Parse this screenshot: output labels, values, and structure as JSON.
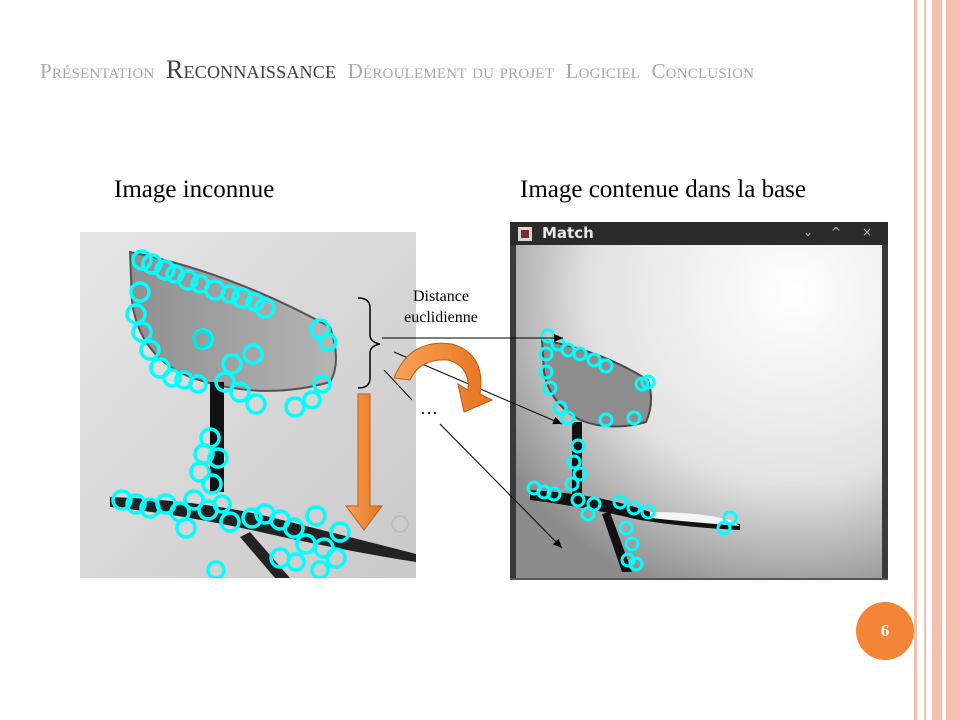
{
  "nav": {
    "items": [
      {
        "label": "Présentation",
        "active": false
      },
      {
        "label": "Reconnaissance",
        "active": true
      },
      {
        "label": "Déroulement du projet",
        "active": false
      },
      {
        "label": "Logiciel",
        "active": false
      },
      {
        "label": "Conclusion",
        "active": false
      }
    ]
  },
  "slide": {
    "left_title": "Image inconnue",
    "right_title": "Image contenue dans la base",
    "distance_line1": "Distance",
    "distance_line2": "euclidienne",
    "ellipsis": "…",
    "page_number": "6"
  },
  "window": {
    "title": "Match",
    "controls": [
      "⌄",
      "^",
      "×"
    ]
  },
  "colors": {
    "accent": "#f58536",
    "keypoint": "#00ffff",
    "stripe": "#f5c0ac",
    "nav_inactive": "#a9a9a9",
    "nav_active": "#404040"
  }
}
